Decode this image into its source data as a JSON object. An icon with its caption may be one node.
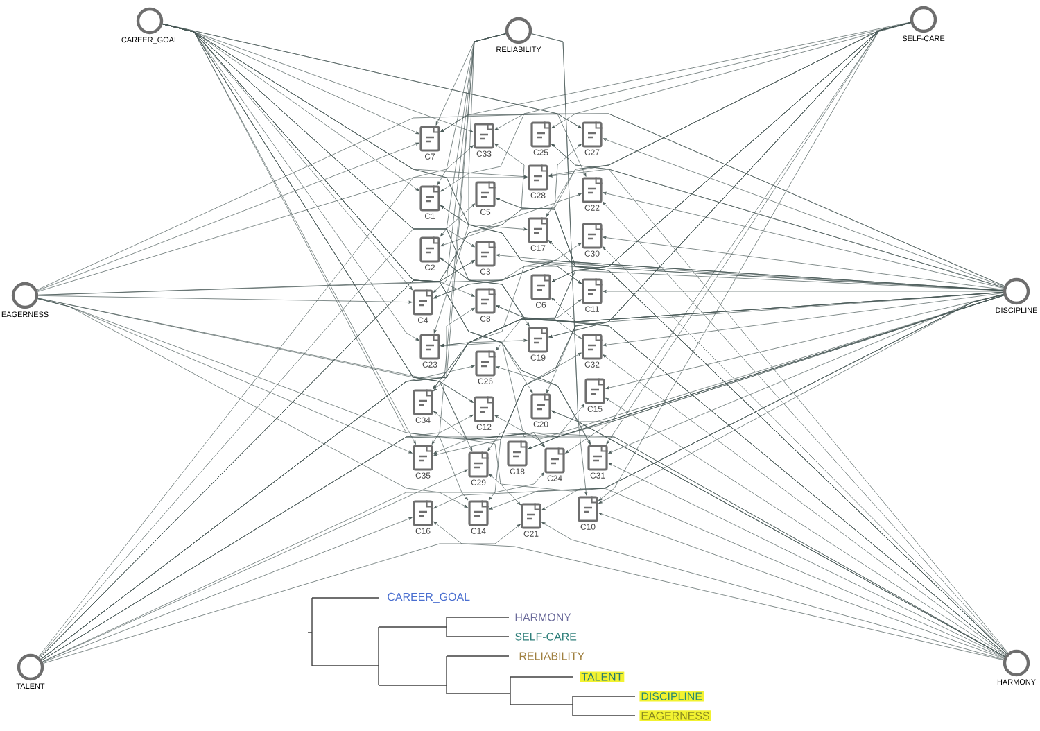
{
  "diagram": {
    "nodes": [
      {
        "text": [
          "CAREER_GOAL"
        ]
      },
      {
        "text": [
          "RELIABILITY"
        ]
      },
      {
        "text": [
          "SELF-CARE"
        ]
      },
      {
        "text": [
          "EAGERNESS"
        ]
      },
      {
        "text": [
          "DISCIPLINE"
        ]
      },
      {
        "text": [
          "TALENT"
        ]
      },
      {
        "text": [
          "HARMONY"
        ]
      },
      {
        "text": [
          "C7"
        ]
      },
      {
        "text": [
          "C33"
        ]
      },
      {
        "text": [
          "C25"
        ]
      },
      {
        "text": [
          "C27"
        ]
      },
      {
        "text": [
          "C1"
        ]
      },
      {
        "text": [
          "C5"
        ]
      },
      {
        "text": [
          "C28"
        ]
      },
      {
        "text": [
          "C22"
        ]
      },
      {
        "text": [
          "C2"
        ]
      },
      {
        "text": [
          "C3"
        ]
      },
      {
        "text": [
          "C17"
        ]
      },
      {
        "text": [
          "C30"
        ]
      },
      {
        "text": [
          "C4"
        ]
      },
      {
        "text": [
          "C8"
        ]
      },
      {
        "text": [
          "C6"
        ]
      },
      {
        "text": [
          "C11"
        ]
      },
      {
        "text": [
          "C23"
        ]
      },
      {
        "text": [
          "C26"
        ]
      },
      {
        "text": [
          "C19"
        ]
      },
      {
        "text": [
          "C32"
        ]
      },
      {
        "text": [
          "C34"
        ]
      },
      {
        "text": [
          "C12"
        ]
      },
      {
        "text": [
          "C20"
        ]
      },
      {
        "text": [
          "C15"
        ]
      },
      {
        "text": [
          "C35"
        ]
      },
      {
        "text": [
          "C29"
        ]
      },
      {
        "text": [
          "C18"
        ]
      },
      {
        "text": [
          "C24"
        ]
      },
      {
        "text": [
          "C31"
        ]
      },
      {
        "text": [
          "C16"
        ]
      },
      {
        "text": [
          "C14"
        ]
      },
      {
        "text": [
          "C21"
        ]
      },
      {
        "text": [
          "C10"
        ]
      }
    ],
    "edges": [
      {
        "from": 0,
        "to": 7,
        "arrow": "to"
      },
      {
        "from": 1,
        "to": 7,
        "arrow": "to"
      },
      {
        "from": 2,
        "to": 7,
        "arrow": "to"
      },
      {
        "from": 3,
        "to": 7,
        "arrow": "to"
      },
      {
        "from": 4,
        "to": 7,
        "arrow": "to"
      },
      {
        "from": 0,
        "to": 8,
        "arrow": "to"
      },
      {
        "from": 4,
        "to": 8,
        "arrow": "to"
      },
      {
        "from": 5,
        "to": 8,
        "arrow": "to"
      },
      {
        "from": 6,
        "to": 8,
        "arrow": "to"
      },
      {
        "from": 2,
        "to": 9,
        "arrow": "to"
      },
      {
        "from": 4,
        "to": 9,
        "arrow": "to"
      },
      {
        "from": 6,
        "to": 9,
        "arrow": "to"
      },
      {
        "from": 0,
        "to": 10,
        "arrow": "to"
      },
      {
        "from": 3,
        "to": 10,
        "arrow": "to"
      },
      {
        "from": 4,
        "to": 10,
        "arrow": "to"
      },
      {
        "from": 5,
        "to": 10,
        "arrow": "to"
      },
      {
        "from": 0,
        "to": 11,
        "arrow": "to"
      },
      {
        "from": 1,
        "to": 11,
        "arrow": "to"
      },
      {
        "from": 2,
        "to": 11,
        "arrow": "to"
      },
      {
        "from": 4,
        "to": 11,
        "arrow": "to"
      },
      {
        "from": 6,
        "to": 11,
        "arrow": "to"
      },
      {
        "from": 4,
        "to": 12,
        "arrow": "to"
      },
      {
        "from": 5,
        "to": 12,
        "arrow": "to"
      },
      {
        "from": 6,
        "to": 12,
        "arrow": "to"
      },
      {
        "from": 0,
        "to": 13,
        "arrow": "to"
      },
      {
        "from": 2,
        "to": 13,
        "arrow": "to"
      },
      {
        "from": 3,
        "to": 13,
        "arrow": "to"
      },
      {
        "from": 4,
        "to": 13,
        "arrow": "to"
      },
      {
        "from": 0,
        "to": 14,
        "arrow": "to"
      },
      {
        "from": 4,
        "to": 14,
        "arrow": "to"
      },
      {
        "from": 5,
        "to": 14,
        "arrow": "to"
      },
      {
        "from": 6,
        "to": 14,
        "arrow": "to"
      },
      {
        "from": 1,
        "to": 15,
        "arrow": "to"
      },
      {
        "from": 2,
        "to": 15,
        "arrow": "to"
      },
      {
        "from": 4,
        "to": 15,
        "arrow": "to"
      },
      {
        "from": 6,
        "to": 15,
        "arrow": "to"
      },
      {
        "from": 0,
        "to": 16,
        "arrow": "to"
      },
      {
        "from": 3,
        "to": 16,
        "arrow": "to"
      },
      {
        "from": 4,
        "to": 16,
        "arrow": "to"
      },
      {
        "from": 5,
        "to": 16,
        "arrow": "to"
      },
      {
        "from": 0,
        "to": 17,
        "arrow": "to"
      },
      {
        "from": 2,
        "to": 17,
        "arrow": "to"
      },
      {
        "from": 4,
        "to": 17,
        "arrow": "to"
      },
      {
        "from": 6,
        "to": 17,
        "arrow": "to"
      },
      {
        "from": 4,
        "to": 18,
        "arrow": "to"
      },
      {
        "from": 5,
        "to": 18,
        "arrow": "to"
      },
      {
        "from": 6,
        "to": 18,
        "arrow": "to"
      },
      {
        "from": 0,
        "to": 19,
        "arrow": "to"
      },
      {
        "from": 1,
        "to": 19,
        "arrow": "to"
      },
      {
        "from": 2,
        "to": 19,
        "arrow": "to"
      },
      {
        "from": 3,
        "to": 19,
        "arrow": "to"
      },
      {
        "from": 4,
        "to": 19,
        "arrow": "to"
      },
      {
        "from": 0,
        "to": 20,
        "arrow": "to"
      },
      {
        "from": 4,
        "to": 20,
        "arrow": "to"
      },
      {
        "from": 5,
        "to": 20,
        "arrow": "to"
      },
      {
        "from": 6,
        "to": 20,
        "arrow": "to"
      },
      {
        "from": 2,
        "to": 21,
        "arrow": "to"
      },
      {
        "from": 4,
        "to": 21,
        "arrow": "to"
      },
      {
        "from": 6,
        "to": 21,
        "arrow": "to"
      },
      {
        "from": 0,
        "to": 22,
        "arrow": "to"
      },
      {
        "from": 3,
        "to": 22,
        "arrow": "to"
      },
      {
        "from": 4,
        "to": 22,
        "arrow": "to"
      },
      {
        "from": 5,
        "to": 22,
        "arrow": "to"
      },
      {
        "from": 0,
        "to": 23,
        "arrow": "to"
      },
      {
        "from": 1,
        "to": 23,
        "arrow": "to"
      },
      {
        "from": 2,
        "to": 23,
        "arrow": "to"
      },
      {
        "from": 4,
        "to": 23,
        "arrow": "to"
      },
      {
        "from": 6,
        "to": 23,
        "arrow": "to"
      },
      {
        "from": 4,
        "to": 24,
        "arrow": "to"
      },
      {
        "from": 5,
        "to": 24,
        "arrow": "to"
      },
      {
        "from": 6,
        "to": 24,
        "arrow": "to"
      },
      {
        "from": 0,
        "to": 25,
        "arrow": "to"
      },
      {
        "from": 2,
        "to": 25,
        "arrow": "to"
      },
      {
        "from": 3,
        "to": 25,
        "arrow": "to"
      },
      {
        "from": 4,
        "to": 25,
        "arrow": "to"
      },
      {
        "from": 0,
        "to": 26,
        "arrow": "to"
      },
      {
        "from": 4,
        "to": 26,
        "arrow": "to"
      },
      {
        "from": 5,
        "to": 26,
        "arrow": "to"
      },
      {
        "from": 6,
        "to": 26,
        "arrow": "to"
      },
      {
        "from": 1,
        "to": 27,
        "arrow": "to"
      },
      {
        "from": 2,
        "to": 27,
        "arrow": "to"
      },
      {
        "from": 4,
        "to": 27,
        "arrow": "to"
      },
      {
        "from": 6,
        "to": 27,
        "arrow": "to"
      },
      {
        "from": 0,
        "to": 28,
        "arrow": "to"
      },
      {
        "from": 3,
        "to": 28,
        "arrow": "to"
      },
      {
        "from": 4,
        "to": 28,
        "arrow": "to"
      },
      {
        "from": 5,
        "to": 28,
        "arrow": "to"
      },
      {
        "from": 0,
        "to": 29,
        "arrow": "to"
      },
      {
        "from": 2,
        "to": 29,
        "arrow": "to"
      },
      {
        "from": 4,
        "to": 29,
        "arrow": "to"
      },
      {
        "from": 6,
        "to": 29,
        "arrow": "to"
      },
      {
        "from": 4,
        "to": 30,
        "arrow": "to"
      },
      {
        "from": 5,
        "to": 30,
        "arrow": "to"
      },
      {
        "from": 6,
        "to": 30,
        "arrow": "to"
      },
      {
        "from": 0,
        "to": 31,
        "arrow": "to"
      },
      {
        "from": 1,
        "to": 31,
        "arrow": "to"
      },
      {
        "from": 2,
        "to": 31,
        "arrow": "to"
      },
      {
        "from": 3,
        "to": 31,
        "arrow": "to"
      },
      {
        "from": 4,
        "to": 31,
        "arrow": "to"
      },
      {
        "from": 0,
        "to": 32,
        "arrow": "to"
      },
      {
        "from": 4,
        "to": 32,
        "arrow": "to"
      },
      {
        "from": 5,
        "to": 32,
        "arrow": "to"
      },
      {
        "from": 6,
        "to": 32,
        "arrow": "to"
      },
      {
        "from": 2,
        "to": 33,
        "arrow": "to"
      },
      {
        "from": 4,
        "to": 33,
        "arrow": "to"
      },
      {
        "from": 6,
        "to": 33,
        "arrow": "to"
      },
      {
        "from": 0,
        "to": 34,
        "arrow": "to"
      },
      {
        "from": 3,
        "to": 34,
        "arrow": "to"
      },
      {
        "from": 4,
        "to": 34,
        "arrow": "to"
      },
      {
        "from": 5,
        "to": 34,
        "arrow": "to"
      },
      {
        "from": 0,
        "to": 35,
        "arrow": "to"
      },
      {
        "from": 1,
        "to": 35,
        "arrow": "to"
      },
      {
        "from": 2,
        "to": 35,
        "arrow": "to"
      },
      {
        "from": 4,
        "to": 35,
        "arrow": "to"
      },
      {
        "from": 6,
        "to": 35,
        "arrow": "to"
      },
      {
        "from": 4,
        "to": 36,
        "arrow": "to"
      },
      {
        "from": 5,
        "to": 36,
        "arrow": "to"
      },
      {
        "from": 6,
        "to": 36,
        "arrow": "to"
      },
      {
        "from": 0,
        "to": 37,
        "arrow": "to"
      },
      {
        "from": 2,
        "to": 37,
        "arrow": "to"
      },
      {
        "from": 3,
        "to": 37,
        "arrow": "to"
      },
      {
        "from": 4,
        "to": 37,
        "arrow": "to"
      },
      {
        "from": 0,
        "to": 38,
        "arrow": "to"
      },
      {
        "from": 4,
        "to": 38,
        "arrow": "to"
      },
      {
        "from": 5,
        "to": 38,
        "arrow": "to"
      },
      {
        "from": 6,
        "to": 38,
        "arrow": "to"
      },
      {
        "from": 1,
        "to": 39,
        "arrow": "to"
      },
      {
        "from": 2,
        "to": 39,
        "arrow": "to"
      },
      {
        "from": 4,
        "to": 39,
        "arrow": "to"
      },
      {
        "from": 6,
        "to": 39,
        "arrow": "to"
      }
    ],
    "labels": [
      "CAREER_GOAL",
      "HARMONY",
      "SELF-CARE",
      "RELIABILITY",
      "TALENT",
      "DISCIPLINE",
      "EAGERNESS"
    ]
  }
}
